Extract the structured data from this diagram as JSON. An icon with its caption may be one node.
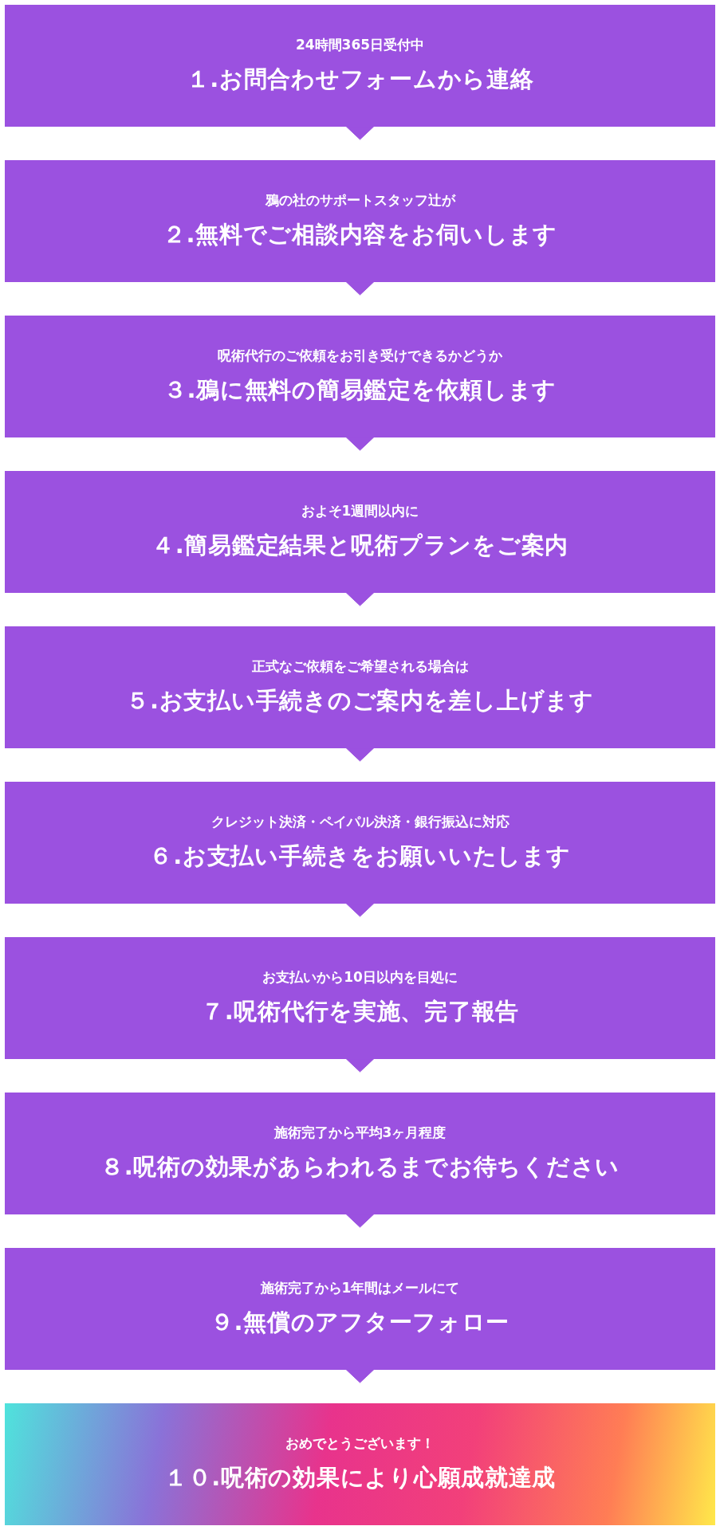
{
  "diagram": {
    "nodes": [
      {
        "text": [
          "24時間365日受付中",
          "１.お問合わせフォームから連絡"
        ]
      },
      {
        "text": [
          "鴉の社のサポートスタッフ辻が",
          "２.無料でご相談内容をお伺いします"
        ]
      },
      {
        "text": [
          "呪術代行のご依頼をお引き受けできるかどうか",
          "３.鴉に無料の簡易鑑定を依頼します"
        ]
      },
      {
        "text": [
          "およそ1週間以内に",
          "４.簡易鑑定結果と呪術プランをご案内"
        ]
      },
      {
        "text": [
          "正式なご依頼をご希望される場合は",
          "５.お支払い手続きのご案内を差し上げます"
        ]
      },
      {
        "text": [
          "クレジット決済・ペイパル決済・銀行振込に対応",
          "６.お支払い手続きをお願いいたします"
        ]
      },
      {
        "text": [
          "お支払いから10日以内を目処に",
          "７.呪術代行を実施、完了報告"
        ]
      },
      {
        "text": [
          "施術完了から平均3ヶ月程度",
          "８.呪術の効果があらわれるまでお待ちください"
        ]
      },
      {
        "text": [
          "施術完了から1年間はメールにて",
          "９.無償のアフターフォロー"
        ]
      },
      {
        "text": [
          "おめでとうございます！",
          "１０.呪術の効果により心願成就達成"
        ]
      }
    ],
    "edges": [
      {
        "from": 0,
        "to": 1,
        "arrow": "to"
      },
      {
        "from": 1,
        "to": 2,
        "arrow": "to"
      },
      {
        "from": 2,
        "to": 3,
        "arrow": "to"
      },
      {
        "from": 3,
        "to": 4,
        "arrow": "to"
      },
      {
        "from": 4,
        "to": 5,
        "arrow": "to"
      },
      {
        "from": 5,
        "to": 6,
        "arrow": "to"
      },
      {
        "from": 6,
        "to": 7,
        "arrow": "to"
      },
      {
        "from": 7,
        "to": 8,
        "arrow": "to"
      },
      {
        "from": 8,
        "to": 9,
        "arrow": "to"
      }
    ]
  }
}
